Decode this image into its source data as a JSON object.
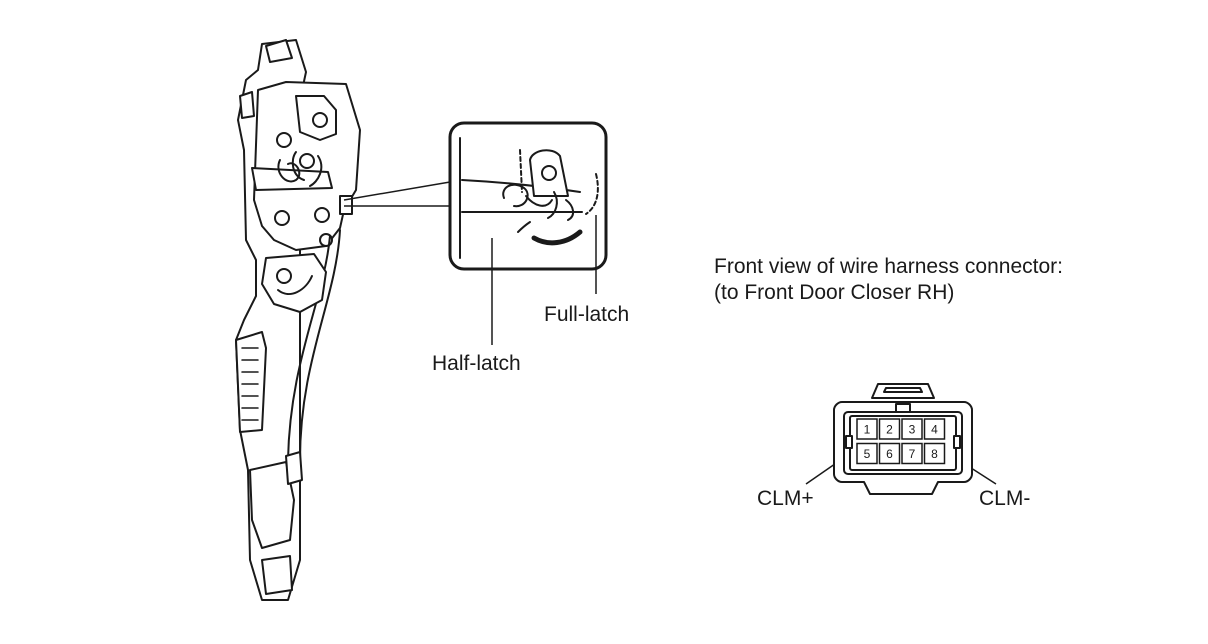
{
  "latch": {
    "full_latch_label": "Full-latch",
    "half_latch_label": "Half-latch"
  },
  "connector": {
    "caption_line1": "Front view of wire harness connector:",
    "caption_line2": "(to Front Door Closer RH)",
    "pins_top": [
      "1",
      "2",
      "3",
      "4"
    ],
    "pins_bottom": [
      "5",
      "6",
      "7",
      "8"
    ],
    "clm_plus_label": "CLM+",
    "clm_minus_label": "CLM-"
  }
}
